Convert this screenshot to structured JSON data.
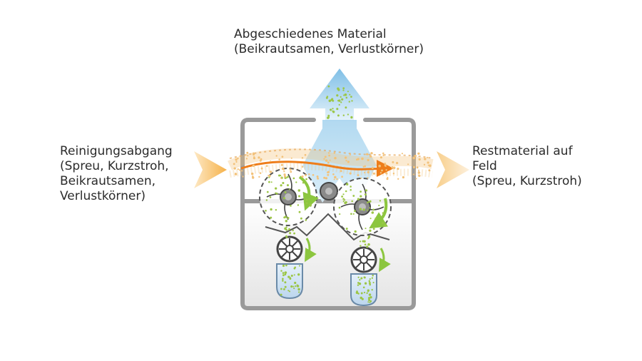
{
  "labels": {
    "top": {
      "line1": "Abgeschiedenes Material",
      "line2": "(Beikrautsamen, Verlustkörner)"
    },
    "left": {
      "line1": "Reinigungsabgang",
      "line2": "(Spreu, Kurzstroh,",
      "line3": "Beikrautsamen,",
      "line4": "Verlustkörner)"
    },
    "right": {
      "line1": "Restmaterial auf",
      "line2": "Feld",
      "line3": "(Spreu, Kurzstroh)"
    }
  },
  "colors": {
    "inflow_arrow": "#f6b24a",
    "outflow_arrow": "#f8cf8c",
    "air_stream": "#a9d5ef",
    "flow_line": "#ee7d1a",
    "rotation_arrow": "#8cc63f",
    "seed_particles": "#9cc646",
    "chaff_particles": "#f3c27a",
    "housing": "#9a9a9a",
    "housing_fill": "#e9e9e9",
    "container_fill": "#cfe2f3"
  }
}
